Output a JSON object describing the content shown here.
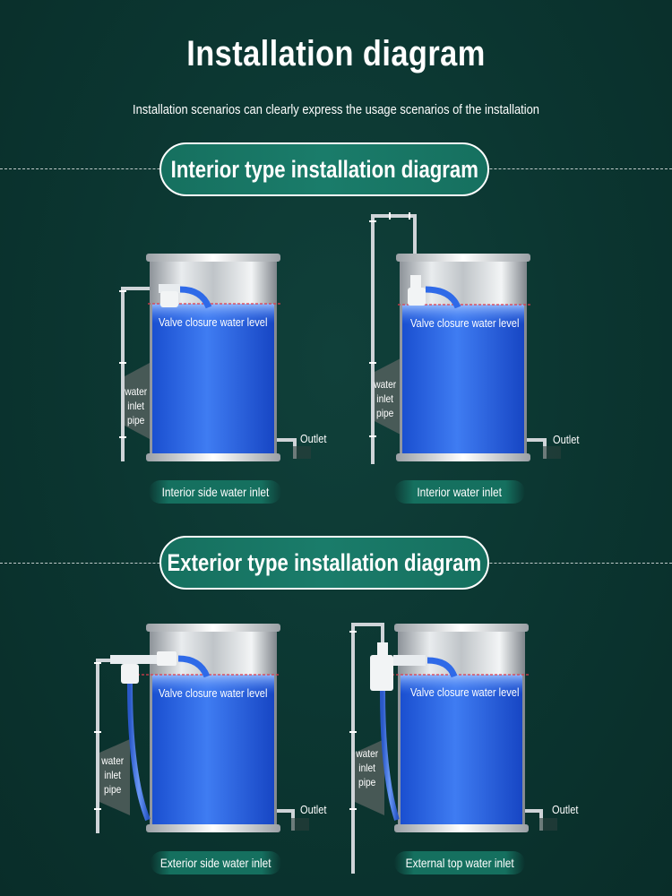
{
  "header": {
    "title": "Installation diagram",
    "subtitle": "Installation scenarios can clearly express the usage scenarios of the installation"
  },
  "sections": [
    {
      "heading": "Interior type installation diagram",
      "panels": [
        {
          "caption": "Interior side water inlet",
          "level_label": "Valve closure water level",
          "outlet_label": "Outlet",
          "inlet_label": [
            "water",
            "inlet",
            "pipe"
          ]
        },
        {
          "caption": "Interior water inlet",
          "level_label": "Valve closure water level",
          "outlet_label": "Outlet",
          "inlet_label": [
            "water",
            "inlet",
            "pipe"
          ]
        }
      ]
    },
    {
      "heading": "Exterior type installation diagram",
      "panels": [
        {
          "caption": "Exterior side water inlet",
          "level_label": "Valve closure water level",
          "outlet_label": "Outlet",
          "inlet_label": [
            "water",
            "inlet",
            "pipe"
          ]
        },
        {
          "caption": "External top water inlet",
          "level_label": "Valve closure water level",
          "outlet_label": "Outlet",
          "inlet_label": [
            "water",
            "inlet",
            "pipe"
          ]
        }
      ]
    }
  ],
  "colors": {
    "background": "#0b3530",
    "pill": "#1a7c6a",
    "water": "#1f5fe0",
    "level_line": "#e03a4a"
  }
}
